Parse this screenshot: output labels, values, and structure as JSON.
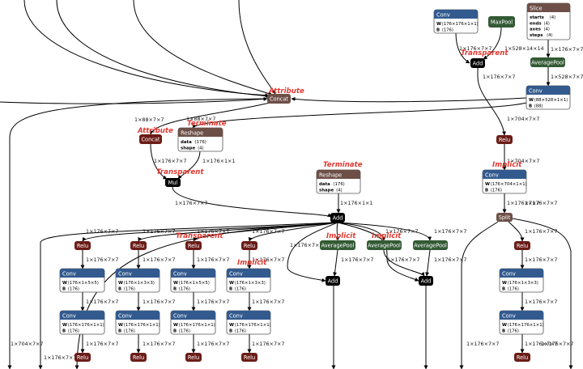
{
  "colors": {
    "conv": "#325a8e",
    "relu": "#6b1c17",
    "pool": "#335a34",
    "shape": "#6d4f47",
    "black": "#000000",
    "note": "#e03a32",
    "edge": "#000000"
  },
  "nodes": [
    {
      "id": "conv-top",
      "label": "Conv",
      "kind": "conv",
      "attrs": [
        {
          "k": "W",
          "v": "⟨176×176×1×1⟩"
        },
        {
          "k": "B",
          "v": "⟨176⟩"
        }
      ]
    },
    {
      "id": "maxpool",
      "label": "MaxPool",
      "kind": "pool"
    },
    {
      "id": "slice",
      "label": "Slice",
      "kind": "shape",
      "attrs": [
        {
          "k": "starts",
          "v": "⟨4⟩"
        },
        {
          "k": "ends",
          "v": "⟨4⟩"
        },
        {
          "k": "axes",
          "v": "⟨4⟩"
        },
        {
          "k": "steps",
          "v": "⟨4⟩"
        }
      ]
    },
    {
      "id": "add-top",
      "label": "Add",
      "kind": "black"
    },
    {
      "id": "avgpool-top",
      "label": "AveragePool",
      "kind": "pool"
    },
    {
      "id": "conv-right",
      "label": "Conv",
      "kind": "conv",
      "attrs": [
        {
          "k": "W",
          "v": "⟨88×528×1×1⟩"
        },
        {
          "k": "B",
          "v": "⟨88⟩"
        }
      ]
    },
    {
      "id": "concat-1",
      "label": "Concat",
      "kind": "shape"
    },
    {
      "id": "concat-2",
      "label": "Concat",
      "kind": "relu"
    },
    {
      "id": "reshape-1",
      "label": "Reshape",
      "kind": "shape",
      "attrs": [
        {
          "k": "data",
          "v": "⟨176⟩"
        },
        {
          "k": "shape",
          "v": "⟨4⟩"
        }
      ]
    },
    {
      "id": "relu-right",
      "label": "Relu",
      "kind": "relu"
    },
    {
      "id": "mul",
      "label": "Mul",
      "kind": "black"
    },
    {
      "id": "reshape-2",
      "label": "Reshape",
      "kind": "shape",
      "attrs": [
        {
          "k": "data",
          "v": "⟨176⟩"
        },
        {
          "k": "shape",
          "v": "⟨4⟩"
        }
      ]
    },
    {
      "id": "conv-right-2",
      "label": "Conv",
      "kind": "conv",
      "attrs": [
        {
          "k": "W",
          "v": "⟨176×704×1×1⟩"
        },
        {
          "k": "B",
          "v": "⟨176⟩"
        }
      ]
    },
    {
      "id": "add-main",
      "label": "Add",
      "kind": "black"
    },
    {
      "id": "split",
      "label": "Split",
      "kind": "shape"
    },
    {
      "id": "relu-a1",
      "label": "Relu",
      "kind": "relu"
    },
    {
      "id": "relu-b1",
      "label": "Relu",
      "kind": "relu"
    },
    {
      "id": "relu-c1",
      "label": "Relu",
      "kind": "relu"
    },
    {
      "id": "relu-d1",
      "label": "Relu",
      "kind": "relu"
    },
    {
      "id": "avgpool-e",
      "label": "AveragePool",
      "kind": "pool"
    },
    {
      "id": "avgpool-f",
      "label": "AveragePool",
      "kind": "pool"
    },
    {
      "id": "avgpool-g",
      "label": "AveragePool",
      "kind": "pool"
    },
    {
      "id": "relu-h1",
      "label": "Relu",
      "kind": "relu"
    },
    {
      "id": "conv-a1",
      "label": "Conv",
      "kind": "conv",
      "attrs": [
        {
          "k": "W",
          "v": "⟨176×1×5×5⟩"
        },
        {
          "k": "B",
          "v": "⟨176⟩"
        }
      ]
    },
    {
      "id": "conv-b1",
      "label": "Conv",
      "kind": "conv",
      "attrs": [
        {
          "k": "W",
          "v": "⟨176×1×3×3⟩"
        },
        {
          "k": "B",
          "v": "⟨176⟩"
        }
      ]
    },
    {
      "id": "conv-c1",
      "label": "Conv",
      "kind": "conv",
      "attrs": [
        {
          "k": "W",
          "v": "⟨176×1×5×5⟩"
        },
        {
          "k": "B",
          "v": "⟨176⟩"
        }
      ]
    },
    {
      "id": "conv-d1",
      "label": "Conv",
      "kind": "conv",
      "attrs": [
        {
          "k": "W",
          "v": "⟨176×1×3×3⟩"
        },
        {
          "k": "B",
          "v": "⟨176⟩"
        }
      ]
    },
    {
      "id": "add-e",
      "label": "Add",
      "kind": "black"
    },
    {
      "id": "add-f",
      "label": "Add",
      "kind": "black"
    },
    {
      "id": "conv-h1",
      "label": "Conv",
      "kind": "conv",
      "attrs": [
        {
          "k": "W",
          "v": "⟨176×1×3×3⟩"
        },
        {
          "k": "B",
          "v": "⟨176⟩"
        }
      ]
    },
    {
      "id": "conv-a2",
      "label": "Conv",
      "kind": "conv",
      "attrs": [
        {
          "k": "W",
          "v": "⟨176×176×1×1⟩"
        },
        {
          "k": "B",
          "v": "⟨176⟩"
        }
      ]
    },
    {
      "id": "conv-b2",
      "label": "Conv",
      "kind": "conv",
      "attrs": [
        {
          "k": "W",
          "v": "⟨176×176×1×1⟩"
        },
        {
          "k": "B",
          "v": "⟨176⟩"
        }
      ]
    },
    {
      "id": "conv-c2",
      "label": "Conv",
      "kind": "conv",
      "attrs": [
        {
          "k": "W",
          "v": "⟨176×176×1×1⟩"
        },
        {
          "k": "B",
          "v": "⟨176⟩"
        }
      ]
    },
    {
      "id": "conv-d2",
      "label": "Conv",
      "kind": "conv",
      "attrs": [
        {
          "k": "W",
          "v": "⟨176×176×1×1⟩"
        },
        {
          "k": "B",
          "v": "⟨176⟩"
        }
      ]
    },
    {
      "id": "conv-h2",
      "label": "Conv",
      "kind": "conv",
      "attrs": [
        {
          "k": "W",
          "v": "⟨176×176×1×1⟩"
        },
        {
          "k": "B",
          "v": "⟨176⟩"
        }
      ]
    },
    {
      "id": "relu-a2",
      "label": "Relu",
      "kind": "relu"
    },
    {
      "id": "relu-b2",
      "label": "Relu",
      "kind": "relu"
    },
    {
      "id": "relu-c2",
      "label": "Relu",
      "kind": "relu"
    },
    {
      "id": "relu-d2",
      "label": "Relu",
      "kind": "relu"
    },
    {
      "id": "relu-h2",
      "label": "Relu",
      "kind": "relu"
    }
  ],
  "edge_labels": [
    "1×176×7×7",
    "1×528×14×14",
    "1×176×7×7",
    "1×528×7×7",
    "1×176×7×7",
    "1×88×7×7",
    "1×88×7×7",
    "1×704×7×7",
    "1×176×7×7",
    "1×176×1×1",
    "1×704×7×7",
    "1×176×7×7",
    "1×176×1×1",
    "1×176×7×7",
    "1×176×7×7",
    "1×176×7×7",
    "1×176×7×7",
    "1×176×7×7",
    "1×176×7×7",
    "1×176×7×7",
    "1×176×7×7",
    "1×176×7×7",
    "1×176×7×7",
    "1×176×7×7",
    "1×176×7×7",
    "1×176×7×7",
    "1×176×7×7",
    "1×176×7×7",
    "1×176×7×7",
    "1×176×7×7",
    "1×176×7×7",
    "1×176×7×7",
    "1×176×7×7",
    "1×176×7×7",
    "1×176×7×7",
    "1×176×7×7",
    "1×176×7×7",
    "1×176×7×7",
    "1×176×7×7",
    "1×176×7×7",
    "1×176×7×7",
    "1×704×7×7",
    "1×176×7×7",
    "1×176×7×7",
    "1×176×7×7"
  ],
  "annotations": [
    "Transparent",
    "Attribute",
    "Attribute",
    "Terminate",
    "Transparent",
    "Terminate",
    "Implicit",
    "Transparent",
    "Implicit",
    "Implicit",
    "Implicit"
  ]
}
